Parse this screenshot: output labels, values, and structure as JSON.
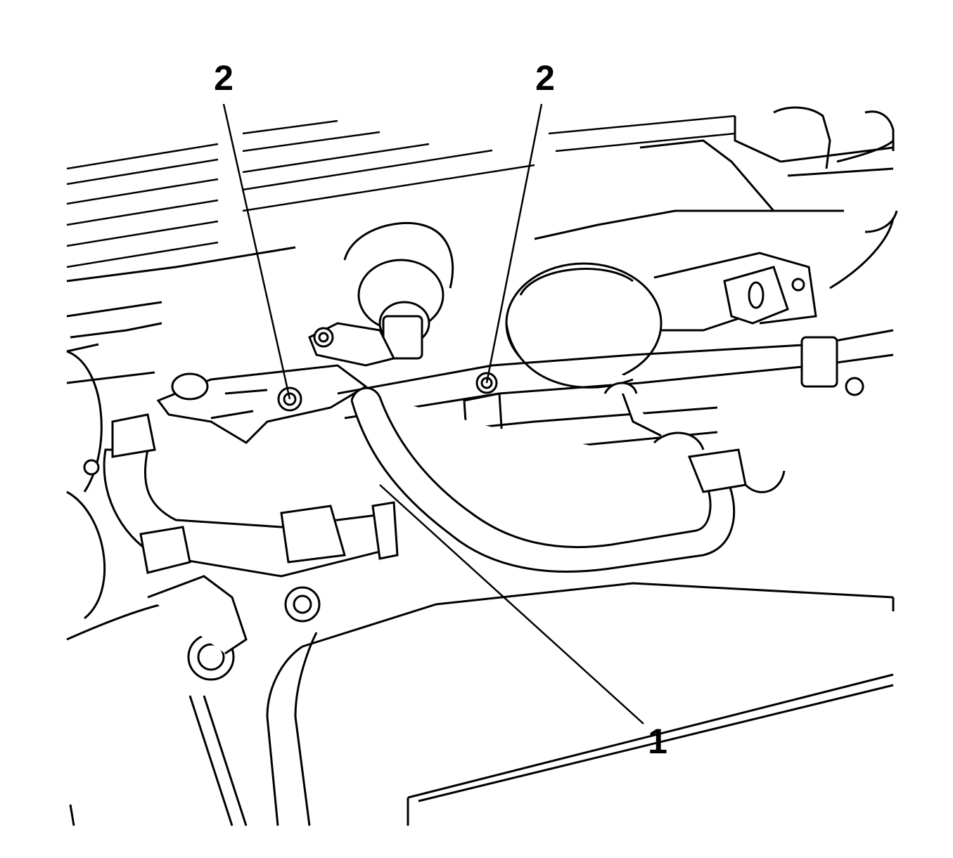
{
  "callouts": [
    {
      "id": "callout-left",
      "label": "2"
    },
    {
      "id": "callout-right",
      "label": "2"
    },
    {
      "id": "callout-bottom",
      "label": "1"
    }
  ],
  "colors": {
    "line": "#000000",
    "background": "#ffffff"
  }
}
